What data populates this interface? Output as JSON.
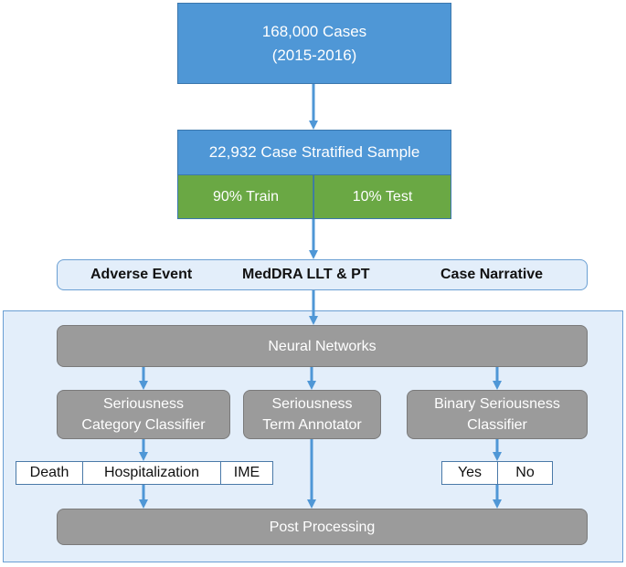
{
  "cases": {
    "line1": "168,000 Cases",
    "line2": "(2015-2016)"
  },
  "sample": {
    "label": "22,932 Case Stratified Sample"
  },
  "split": {
    "train": "90% Train",
    "test": "10% Test"
  },
  "inputs": {
    "adverse_event": "Adverse Event",
    "meddra": "MedDRA LLT & PT",
    "narrative": "Case Narrative"
  },
  "neural_networks": "Neural Networks",
  "category_classifier": {
    "line1": "Seriousness",
    "line2": "Category Classifier"
  },
  "term_annotator": {
    "line1": "Seriousness",
    "line2": "Term Annotator"
  },
  "binary_classifier": {
    "line1": "Binary Seriousness",
    "line2": "Classifier"
  },
  "category_outputs": {
    "death": "Death",
    "hospitalization": "Hospitalization",
    "ime": "IME"
  },
  "binary_outputs": {
    "yes": "Yes",
    "no": "No"
  },
  "post_processing": "Post Processing",
  "colors": {
    "blue": "#4f97d6",
    "green": "#6aa844",
    "gray": "#9b9b9b",
    "panel": "#e3eefa",
    "border": "#6a9fd3"
  }
}
